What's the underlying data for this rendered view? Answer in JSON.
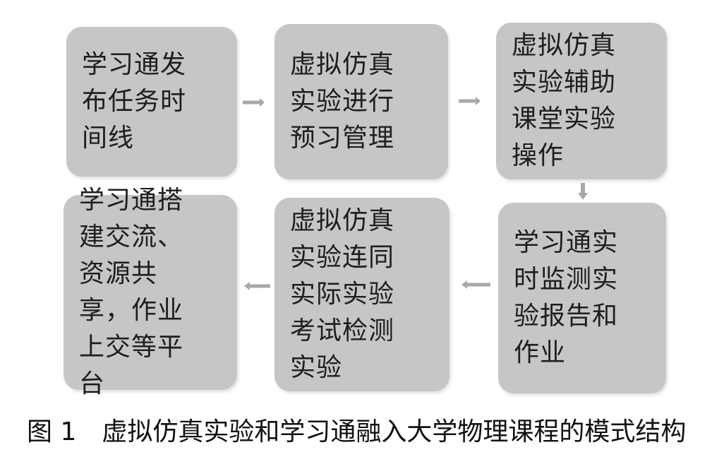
{
  "boxes": [
    "学习通发布任务时间线",
    "虚拟仿真实验进行预习管理",
    "虚拟仿真实验辅助课堂实验操作",
    "学习通实时监测实验报告和作业",
    "虚拟仿真实验连同实际实验考试检测实验",
    "学习通搭建交流、资源共享，作业上交等平台"
  ],
  "caption": {
    "figure_number": "图 1",
    "text": "虚拟仿真实验和学习通融入大学物理课程的模式结构"
  },
  "colors": {
    "box_fill": "#c6c6c6",
    "arrow": "#a8a8a8"
  }
}
